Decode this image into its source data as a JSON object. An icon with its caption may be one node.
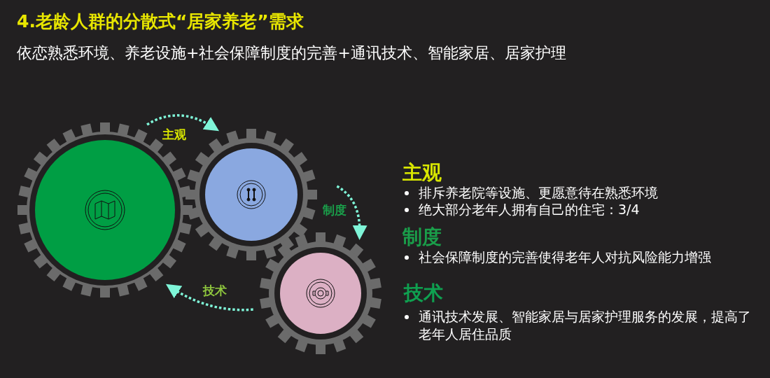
{
  "diagram": {
    "title": "4.老龄人群的分散式“居家养老”需求",
    "nodes": [
      {
        "text": [],
        "shape": "gear"
      },
      {
        "text": [],
        "shape": "gear"
      },
      {
        "text": [],
        "shape": "gear"
      }
    ],
    "edges": [
      {
        "from": 0,
        "to": 1,
        "arrow": "to",
        "label": "主观"
      },
      {
        "from": 1,
        "to": 2,
        "arrow": "to",
        "label": "制度"
      },
      {
        "from": 2,
        "to": 0,
        "arrow": "to",
        "label": "技术"
      }
    ],
    "labels": [
      "依恋熟悉环境、养老设施+社会保障制度的完善+通讯技术、智能家居、居家护理",
      "主观",
      "排斥养老院等设施、更愿意待在熟悉环境",
      "绝大部分老年人拥有自己的住宅：3/4",
      "制度",
      "社会保障制度的完善使得老年人对抗风险能力增强",
      "技术",
      "通讯技术发展、智能家居与居家护理服务的发展，提高了老年人居住品质"
    ]
  }
}
